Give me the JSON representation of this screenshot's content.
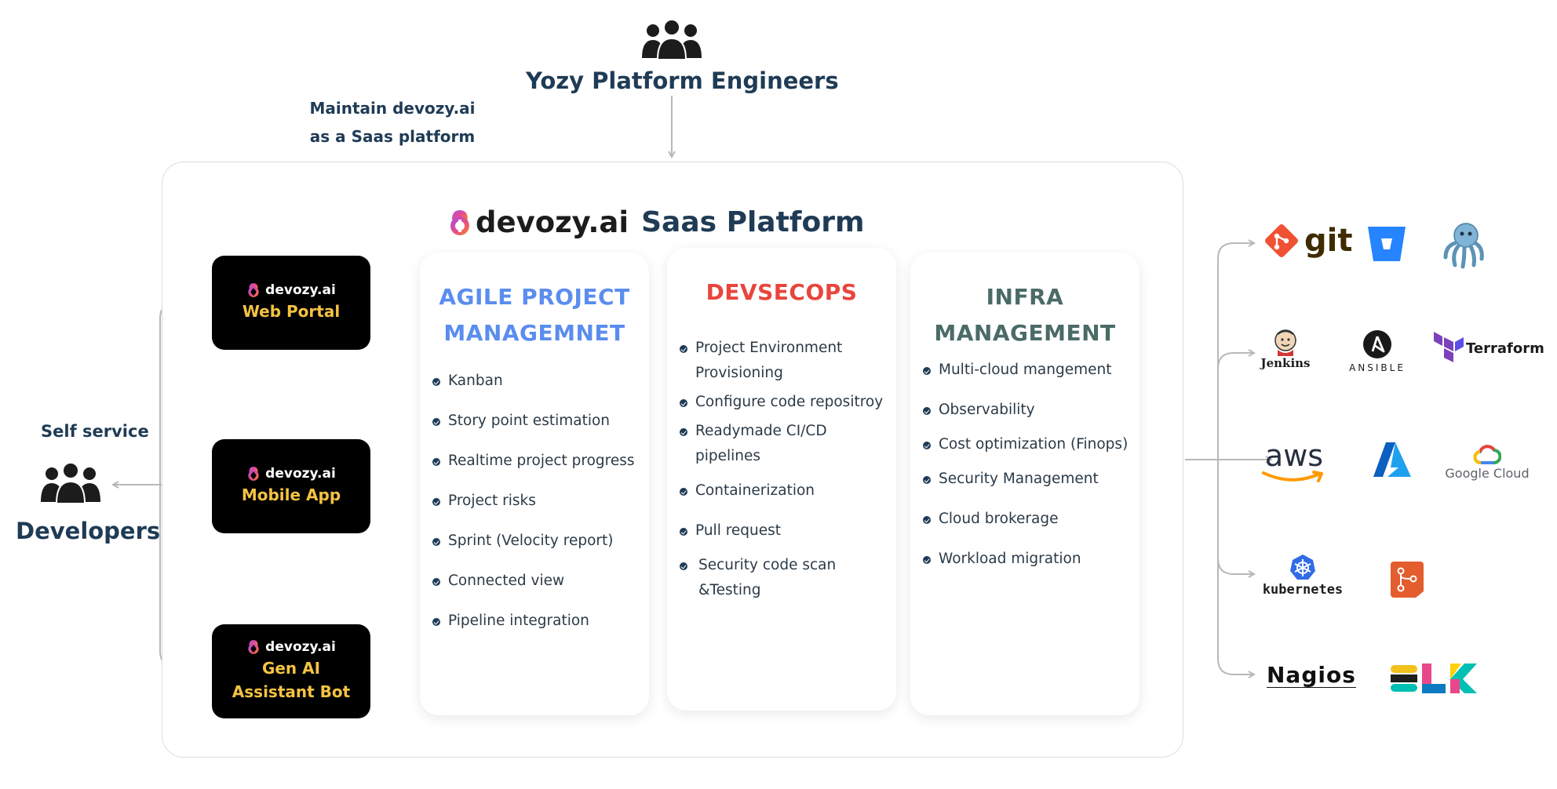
{
  "top": {
    "engineers": "Yozy Platform Engineers",
    "maintain_line1": "Maintain devozy.ai",
    "maintain_line2": "as a Saas platform"
  },
  "left": {
    "self_service": "Self service",
    "developers": "Developers"
  },
  "platform": {
    "brand": "devozy.ai",
    "title": "Saas Platform"
  },
  "apps": [
    {
      "brand": "devozy.ai",
      "label_line1": "Web Portal",
      "label_line2": ""
    },
    {
      "brand": "devozy.ai",
      "label_line1": "Mobile App",
      "label_line2": ""
    },
    {
      "brand": "devozy.ai",
      "label_line1": "Gen AI",
      "label_line2": "Assistant Bot"
    }
  ],
  "cards": [
    {
      "title_line1": "AGILE PROJECT",
      "title_line2": "MANAGEMNET",
      "color": "#5b8def",
      "items": [
        "Kanban",
        "Story point estimation",
        "Realtime project progress",
        "Project risks",
        "Sprint (Velocity report)",
        "Connected view",
        "Pipeline integration"
      ]
    },
    {
      "title_line1": "DEVSECOPS",
      "title_line2": "",
      "color": "#e8453c",
      "items": [
        "Project Environment Provisioning",
        "Configure code repositroy",
        "Readymade CI/CD pipelines",
        "Containerization",
        "Pull request",
        "Security code scan &Testing"
      ]
    },
    {
      "title_line1": "INFRA",
      "title_line2": "MANAGEMENT",
      "color": "#4a6b66",
      "items": [
        "Multi-cloud mangement",
        "Observability",
        "Cost optimization (Finops)",
        "Security Management",
        "Cloud brokerage",
        "Workload migration"
      ]
    }
  ],
  "tools": {
    "git": "git",
    "jenkins": "Jenkins",
    "ansible": "ANSIBLE",
    "terraform": "Terraform",
    "aws": "aws",
    "google_cloud": "Google Cloud",
    "kubernetes": "kubernetes",
    "nagios": "Nagios"
  },
  "colors": {
    "navy": "#1f3b55",
    "app_label": "#f5c242",
    "arrow": "#b8b8b8"
  }
}
